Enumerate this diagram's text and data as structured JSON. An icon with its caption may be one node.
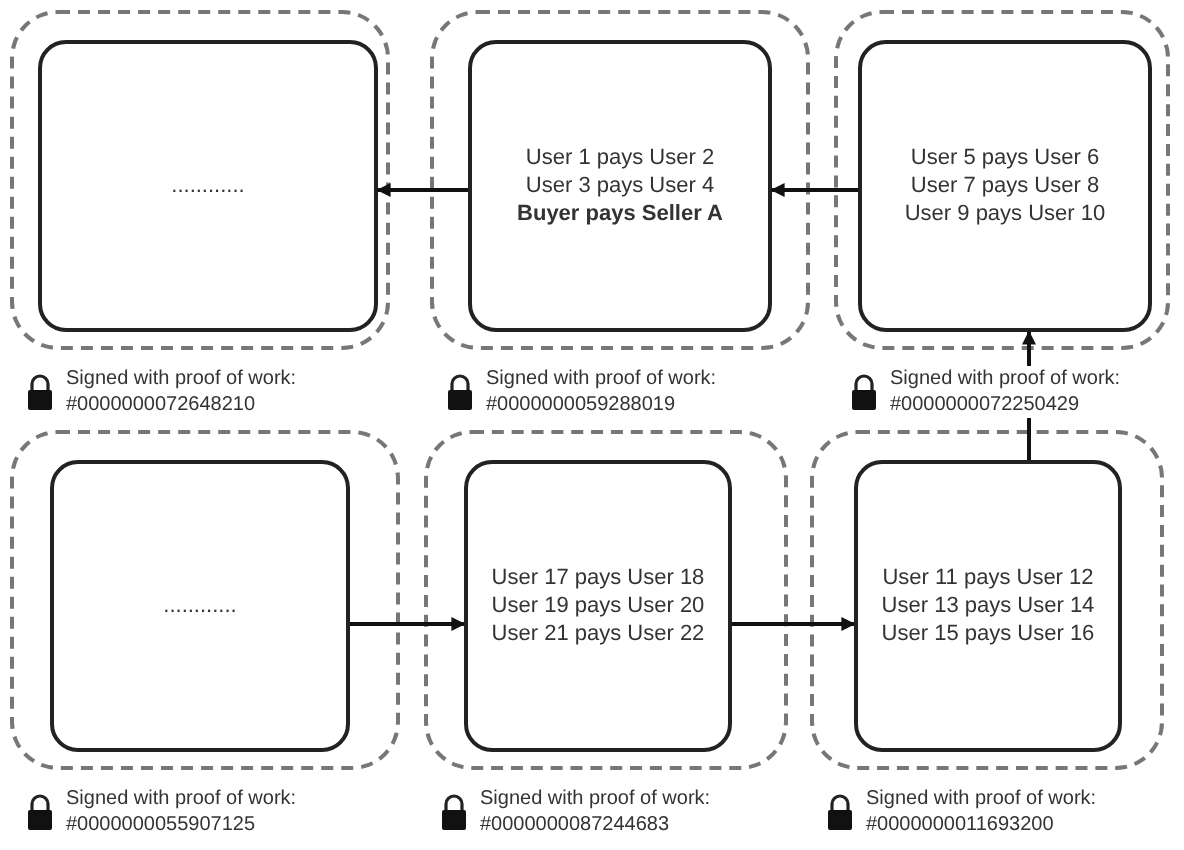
{
  "diagram": {
    "nodes": [
      {
        "text": [],
        "shape": "box",
        "beside": [
          "Signed with proof of work: #0000000072648210"
        ]
      },
      {
        "text": [
          "............"
        ],
        "in": 0
      },
      {
        "text": [],
        "shape": "box",
        "beside": [
          "Signed with proof of work: #0000000059288019"
        ]
      },
      {
        "text": [
          "User 1 pays User 2 User 3 pays User 4 **Buyer pays Seller A**"
        ],
        "in": 2
      },
      {
        "text": [],
        "shape": "box",
        "beside": [
          "Signed with proof of work: #0000000072250429"
        ]
      },
      {
        "text": [
          "User 5 pays User 6 User 7 pays User 8 User 9 pays User 10"
        ],
        "in": 4
      },
      {
        "text": [],
        "shape": "box",
        "beside": [
          "Signed with proof of work: #0000000055907125"
        ]
      },
      {
        "text": [
          "............"
        ],
        "in": 6
      },
      {
        "text": [],
        "shape": "box",
        "beside": [
          "Signed with proof of work: #0000000087244683"
        ]
      },
      {
        "text": [
          "User 17 pays User 18 User 19 pays User 20 User 21 pays User 22"
        ],
        "in": 8
      },
      {
        "text": [],
        "shape": "box",
        "beside": [
          "Signed with proof of work: #0000000011693200"
        ]
      },
      {
        "text": [
          "User 11 pays User 12 User 13 pays User 14 User 15 pays User 16"
        ],
        "in": 10
      }
    ],
    "edges": [
      {
        "from": 7,
        "to": 9,
        "arrow": "to"
      },
      {
        "from": 9,
        "to": 11,
        "arrow": "to"
      },
      {
        "from": 11,
        "to": 5,
        "arrow": "to"
      },
      {
        "from": 5,
        "to": 3,
        "arrow": "to"
      },
      {
        "from": 3,
        "to": 1,
        "arrow": "to"
      }
    ]
  }
}
